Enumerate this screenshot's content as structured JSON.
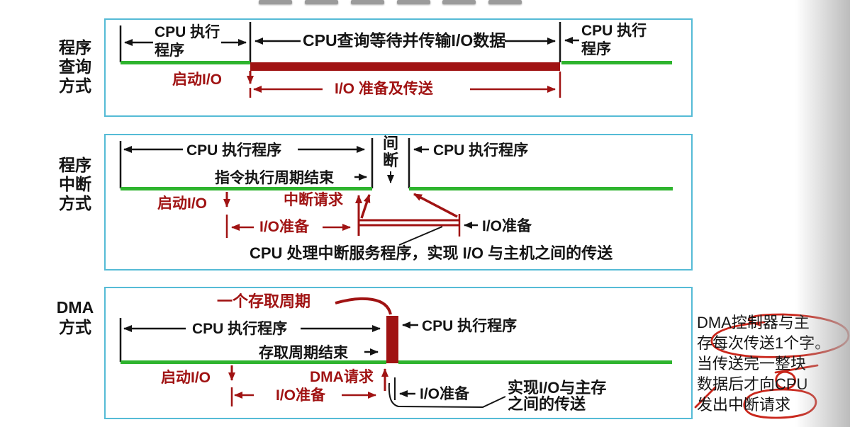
{
  "colors": {
    "timeline_green": "#2eb42e",
    "busy_dark_red": "#a01313",
    "annotation_red": "#c9261b",
    "panel_border_cyan": "#55bbd6",
    "text_black": "#141414"
  },
  "panels": {
    "query": {
      "side_label": [
        "程序",
        "查询",
        "方式"
      ],
      "cpu_exec_left": [
        "CPU 执行",
        "程序"
      ],
      "wait_label": "CPU查询等待并传输I/O数据",
      "cpu_exec_right": [
        "CPU  执行",
        "程序"
      ],
      "start_io": "启动I/O",
      "io_prepare": "I/O 准备及传送"
    },
    "interrupt": {
      "side_label": [
        "程序",
        "中断",
        "方式"
      ],
      "cpu_exec_left": "CPU 执行程序",
      "gap_label": [
        "间",
        "断"
      ],
      "cpu_exec_right": "CPU 执行程序",
      "instruction_cycle_end": "指令执行周期结束",
      "start_io": "启动I/O",
      "interrupt_request": "中断请求",
      "io_prepare_left": "I/O准备",
      "io_prepare_right": "I/O准备",
      "bottom_note": "CPU 处理中断服务程序，实现 I/O 与主机之间的传送"
    },
    "dma": {
      "side_label": [
        "DMA",
        "方式"
      ],
      "access_cycle": "一个存取周期",
      "cpu_exec_left": "CPU 执行程序",
      "cpu_exec_right": "CPU  执行程序",
      "access_cycle_end": "存取周期结束",
      "start_io": "启动I/O",
      "dma_request": "DMA请求",
      "io_prepare_red": "I/O准备",
      "io_prepare_black": "I/O准备",
      "transfer_note": [
        "实现I/O与主存",
        "之间的传送"
      ]
    }
  },
  "side_note": {
    "lines": [
      "DMA控制器与主",
      "存每次传送1个字。",
      "当传送完一整块",
      "数据后才向CPU",
      "发出中断请求"
    ]
  }
}
